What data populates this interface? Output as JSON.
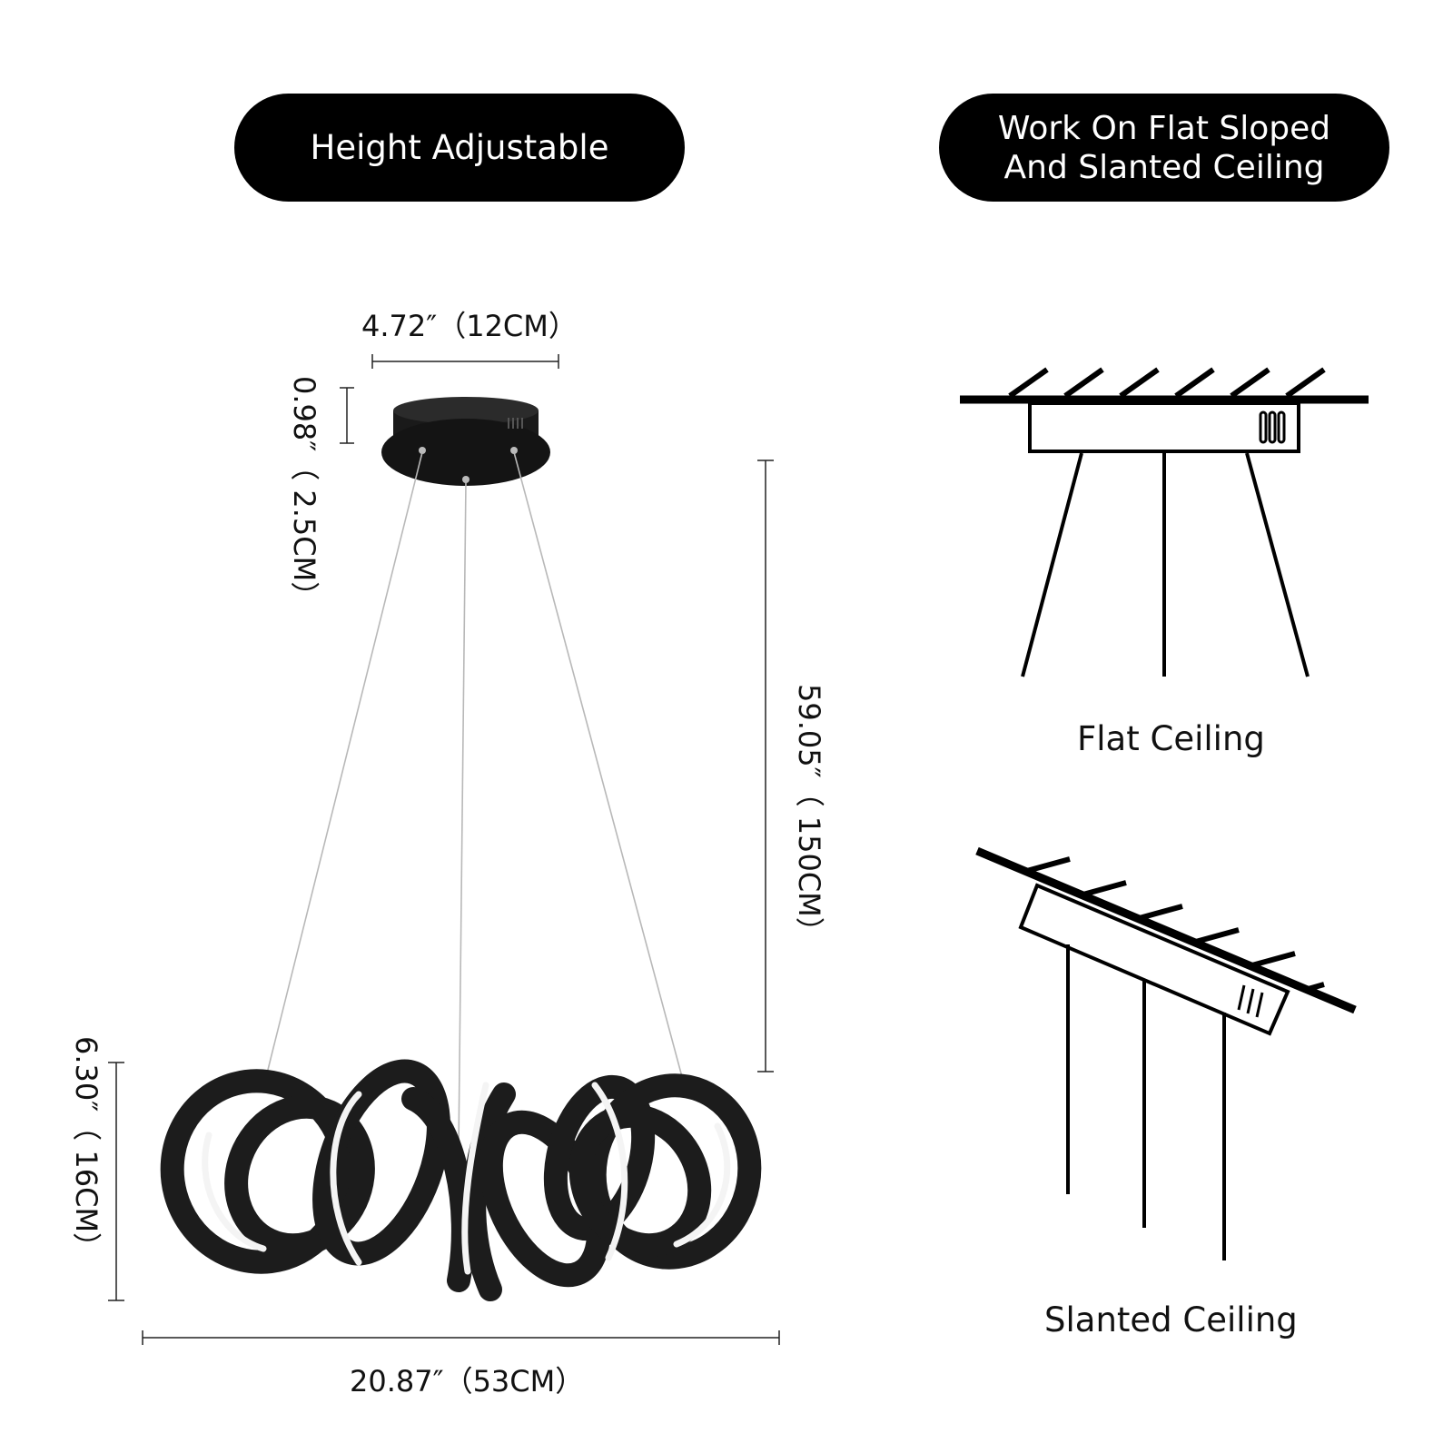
{
  "badges": {
    "height_adjustable": "Height Adjustable",
    "work_on_line1": "Work On Flat Sloped",
    "work_on_line2": "And Slanted Ceiling"
  },
  "dimensions": {
    "canopy_width": "4.72″（12CM）",
    "canopy_height": "0.98″（ 2.5CM）",
    "cable_length": "59.05″（ 150CM）",
    "fixture_height": "6.30″（ 16CM）",
    "fixture_width": "20.87″（53CM）"
  },
  "diagrams": {
    "flat_caption": "Flat Ceiling",
    "slanted_caption": "Slanted Ceiling"
  },
  "colors": {
    "fixture": "#1c1c1c",
    "background": "#ffffff",
    "badge": "#000000"
  }
}
